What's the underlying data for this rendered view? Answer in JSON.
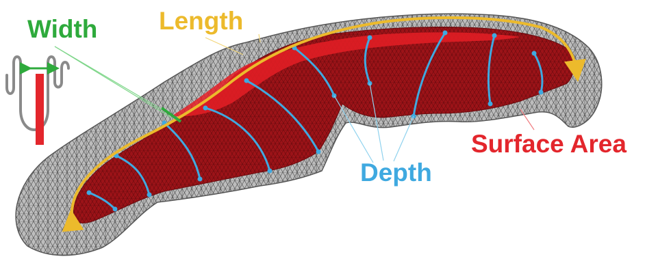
{
  "labels": {
    "width": "Width",
    "length": "Length",
    "depth": "Depth",
    "surface_area": "Surface Area"
  },
  "colors": {
    "width": "#2eaa3c",
    "length": "#ecba2c",
    "depth": "#3fa9e0",
    "surface_area": "#e3262c",
    "mesh": "#bdbdbd",
    "mesh_line": "#4a4a4a",
    "sulcus": "#9c1318",
    "sulcus_dark": "#6a0b0e",
    "sulcus_bright": "#e51e26"
  },
  "icons": {
    "schematic": "sulcus-cross-section-icon"
  }
}
